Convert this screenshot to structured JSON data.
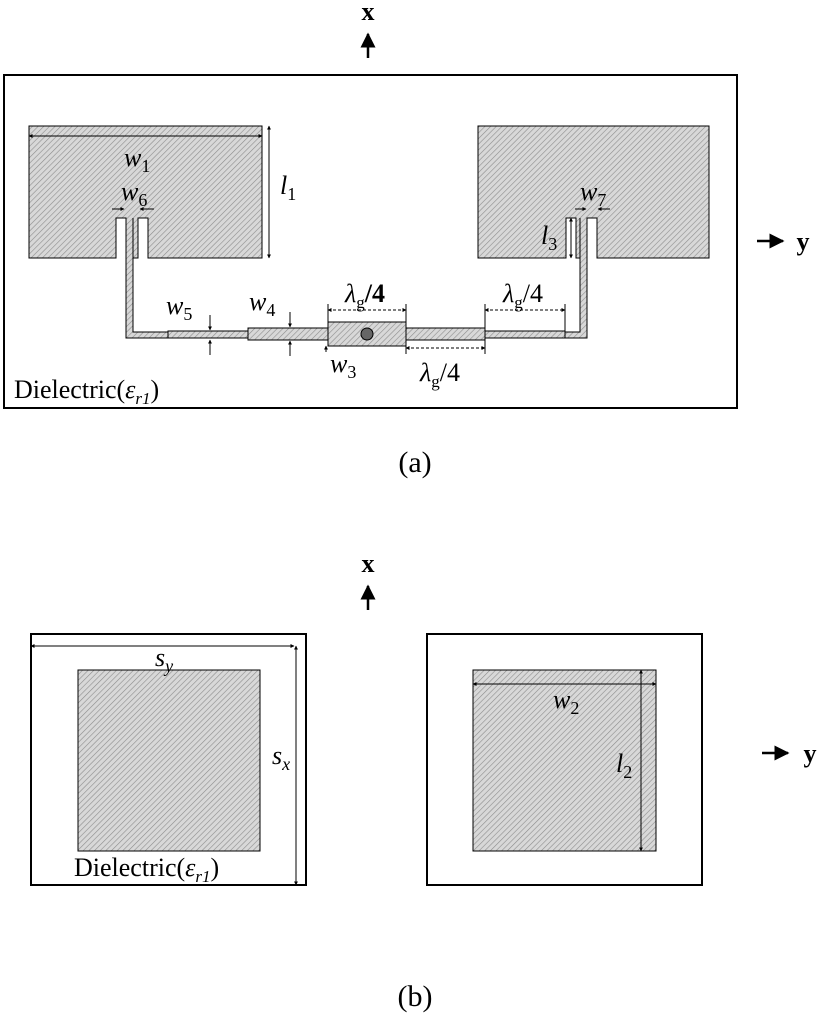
{
  "colors": {
    "patch_fill": "#d4d4d4",
    "hatch": "#8a8a8a",
    "stroke": "#000000",
    "background": "#ffffff"
  },
  "panel_a": {
    "caption": "(a)",
    "axis_x": "x",
    "axis_y": "y",
    "dielectric_prefix": "Dielectric(",
    "epsilon_symbol": "ε",
    "epsilon_sub": "r1",
    "dielectric_suffix": ")",
    "labels": {
      "w1": {
        "base": "w",
        "sub": "1"
      },
      "l1": {
        "base": "l",
        "sub": "1"
      },
      "w6": {
        "base": "w",
        "sub": "6"
      },
      "w7": {
        "base": "w",
        "sub": "7"
      },
      "l3": {
        "base": "l",
        "sub": "3"
      },
      "w5": {
        "base": "w",
        "sub": "5"
      },
      "w4": {
        "base": "w",
        "sub": "4"
      },
      "w3": {
        "base": "w",
        "sub": "3"
      },
      "lambda_center": {
        "base": "λ",
        "sub": "g",
        "tail": "/4"
      },
      "lambda_right": {
        "base": "λ",
        "sub": "g",
        "tail": "/4"
      },
      "lambda_bottom": {
        "base": "λ",
        "sub": "g",
        "tail": "/4"
      }
    }
  },
  "panel_b": {
    "caption": "(b)",
    "axis_x": "x",
    "axis_y": "y",
    "dielectric_prefix": "Dielectric(",
    "epsilon_symbol": "ε",
    "epsilon_sub": "r1",
    "dielectric_suffix": ")",
    "labels": {
      "sy": {
        "base": "s",
        "sub": "y"
      },
      "sx": {
        "base": "s",
        "sub": "x"
      },
      "w2": {
        "base": "w",
        "sub": "2"
      },
      "l2": {
        "base": "l",
        "sub": "2"
      }
    }
  }
}
